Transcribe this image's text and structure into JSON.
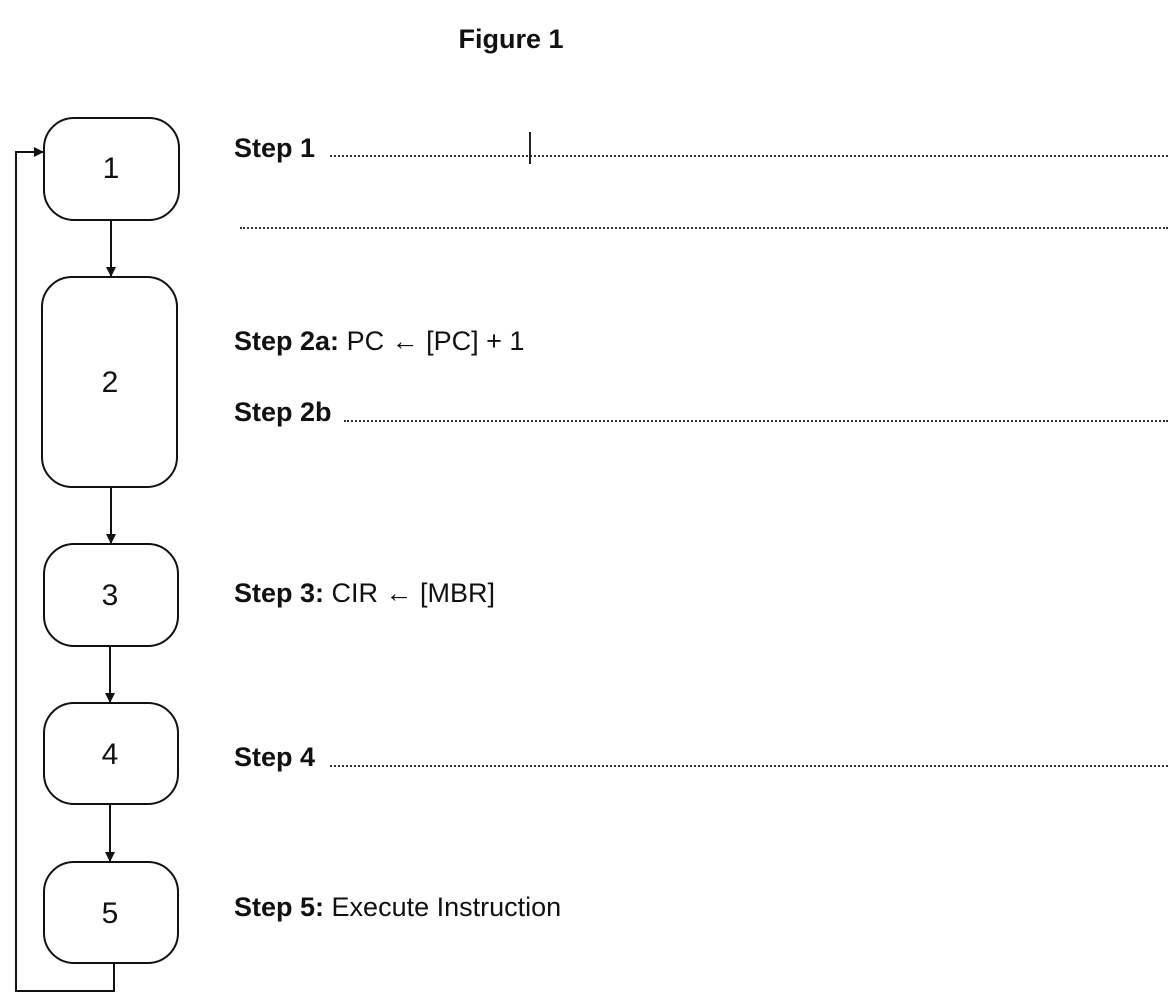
{
  "figure": {
    "title": "Figure 1"
  },
  "nodes": [
    {
      "label": "1"
    },
    {
      "label": "2"
    },
    {
      "label": "3"
    },
    {
      "label": "4"
    },
    {
      "label": "5"
    }
  ],
  "steps": {
    "step1": {
      "label": "Step 1",
      "text": ""
    },
    "step2a": {
      "label": "Step 2a:",
      "text": "PC ← [PC] + 1"
    },
    "step2b": {
      "label": "Step 2b",
      "text": ""
    },
    "step3": {
      "label": "Step 3:",
      "text": "CIR ← [MBR]"
    },
    "step4": {
      "label": "Step 4",
      "text": ""
    },
    "step5": {
      "label": "Step 5:",
      "text": "Execute Instruction"
    }
  }
}
